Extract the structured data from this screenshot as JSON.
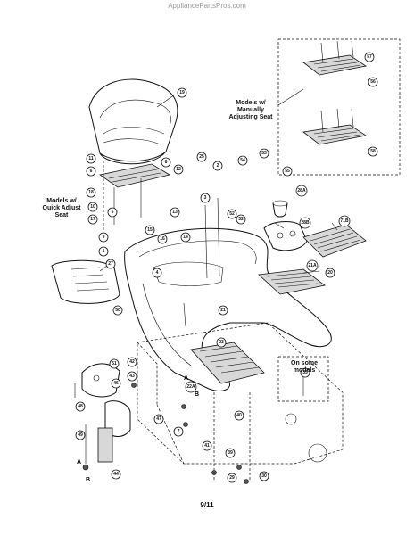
{
  "watermark": "AppliancePartsPros.com",
  "labels": {
    "manual_seat": "Models w/ Manually Adjusting Seat",
    "quick_seat": "Models w/ Quick Adjust Seat",
    "some_models": "On some models",
    "page_number": "9/11"
  },
  "letters": {
    "a1": "A",
    "a2": "A",
    "b1": "B",
    "b2": "B"
  },
  "callouts": [
    {
      "n": "19"
    },
    {
      "n": "11"
    },
    {
      "n": "6"
    },
    {
      "n": "8"
    },
    {
      "n": "18"
    },
    {
      "n": "10"
    },
    {
      "n": "12"
    },
    {
      "n": "17"
    },
    {
      "n": "9"
    },
    {
      "n": "5"
    },
    {
      "n": "1"
    },
    {
      "n": "25"
    },
    {
      "n": "2"
    },
    {
      "n": "53"
    },
    {
      "n": "3"
    },
    {
      "n": "54"
    },
    {
      "n": "52"
    },
    {
      "n": "28A"
    },
    {
      "n": "28B"
    },
    {
      "n": "71B"
    },
    {
      "n": "21A"
    },
    {
      "n": "20"
    },
    {
      "n": "27"
    },
    {
      "n": "50"
    },
    {
      "n": "15"
    },
    {
      "n": "16"
    },
    {
      "n": "14"
    },
    {
      "n": "13"
    },
    {
      "n": "21"
    },
    {
      "n": "51"
    },
    {
      "n": "22A"
    },
    {
      "n": "46"
    },
    {
      "n": "47"
    },
    {
      "n": "48"
    },
    {
      "n": "49"
    },
    {
      "n": "43"
    },
    {
      "n": "44"
    },
    {
      "n": "39"
    },
    {
      "n": "40"
    },
    {
      "n": "41"
    },
    {
      "n": "29"
    },
    {
      "n": "30"
    },
    {
      "n": "55"
    },
    {
      "n": "56"
    },
    {
      "n": "57"
    },
    {
      "n": "58"
    },
    {
      "n": "23"
    },
    {
      "n": "33"
    },
    {
      "n": "4"
    },
    {
      "n": "7"
    },
    {
      "n": "42"
    },
    {
      "n": "32"
    }
  ]
}
